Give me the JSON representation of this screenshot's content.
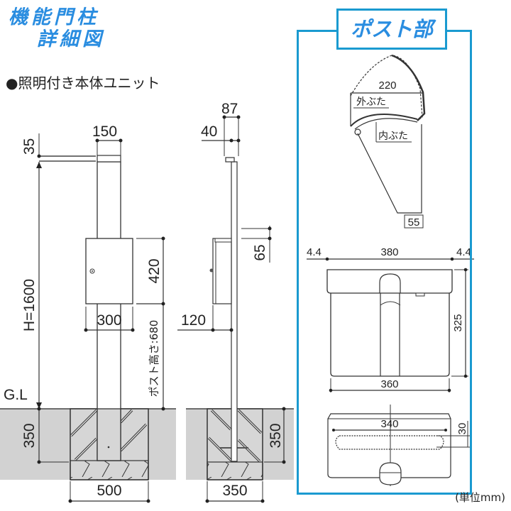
{
  "header": {
    "title_line1": "機能門柱",
    "title_line2": "詳細図",
    "subtitle": "●照明付き本体ユニット",
    "accent_color": "#2a8de0"
  },
  "front_view": {
    "top_cap_height": "35",
    "post_width": "150",
    "total_height": "H=1600",
    "post_box_height": "420",
    "post_box_width": "300",
    "post_height_label": "ポスト高さ:680",
    "ground_label": "G.L",
    "foundation_depth": "350",
    "foundation_width": "500"
  },
  "side_view": {
    "total_depth": "87",
    "post_depth": "40",
    "light_offset": "65",
    "box_depth": "120",
    "foundation_depth": "350",
    "foundation_width": "350"
  },
  "post_section": {
    "title": "ポスト部",
    "frame_color": "#1a9ad0",
    "side": {
      "lid_depth": "220",
      "outer_lid_label": "外ぶた",
      "inner_lid_label": "内ぶた",
      "bottom_depth": "55"
    },
    "front": {
      "left_margin": "4.4",
      "top_width": "380",
      "right_margin": "4.4",
      "height": "325",
      "bottom_width": "360"
    },
    "top": {
      "slot_width": "340",
      "slot_height": "30"
    }
  },
  "footer": {
    "unit_label": "(単位mm)"
  }
}
